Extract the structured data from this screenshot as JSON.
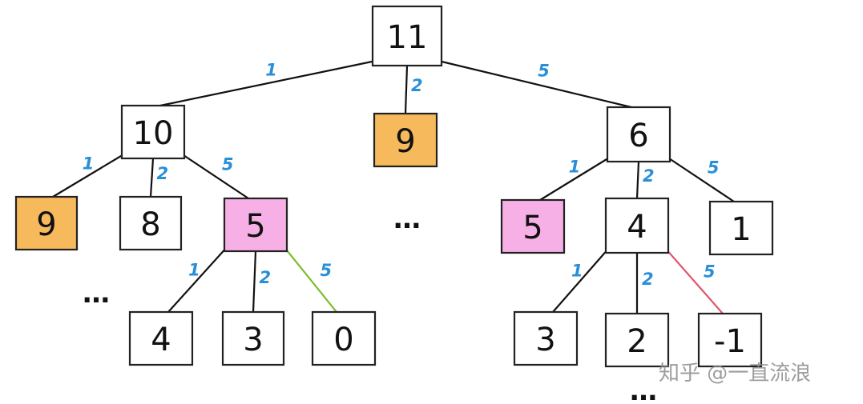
{
  "colors": {
    "edge_default": "#111111",
    "edge_green": "#7cbd2e",
    "edge_red": "#e0566d",
    "label": "#2a8fd6",
    "fill_white": "#ffffff",
    "fill_orange": "#f6b95b",
    "fill_pink": "#f7b0e6"
  },
  "nodes": [
    {
      "id": "n11",
      "label": "11",
      "fill": "white"
    },
    {
      "id": "n10",
      "label": "10",
      "fill": "white"
    },
    {
      "id": "n9mid",
      "label": "9",
      "fill": "orange"
    },
    {
      "id": "n6",
      "label": "6",
      "fill": "white"
    },
    {
      "id": "n9left",
      "label": "9",
      "fill": "orange"
    },
    {
      "id": "n8",
      "label": "8",
      "fill": "white"
    },
    {
      "id": "n5a",
      "label": "5",
      "fill": "pink"
    },
    {
      "id": "n5b",
      "label": "5",
      "fill": "pink"
    },
    {
      "id": "n4b",
      "label": "4",
      "fill": "white"
    },
    {
      "id": "n1",
      "label": "1",
      "fill": "white"
    },
    {
      "id": "n4a",
      "label": "4",
      "fill": "white"
    },
    {
      "id": "n3a",
      "label": "3",
      "fill": "white"
    },
    {
      "id": "n0",
      "label": "0",
      "fill": "white"
    },
    {
      "id": "n3b",
      "label": "3",
      "fill": "white"
    },
    {
      "id": "n2",
      "label": "2",
      "fill": "white"
    },
    {
      "id": "nm1",
      "label": "-1",
      "fill": "white"
    }
  ],
  "edges": [
    {
      "from": "n11",
      "to": "n10",
      "label": "1",
      "color": "default"
    },
    {
      "from": "n11",
      "to": "n9mid",
      "label": "2",
      "color": "default"
    },
    {
      "from": "n11",
      "to": "n6",
      "label": "5",
      "color": "default"
    },
    {
      "from": "n10",
      "to": "n9left",
      "label": "1",
      "color": "default"
    },
    {
      "from": "n10",
      "to": "n8",
      "label": "2",
      "color": "default"
    },
    {
      "from": "n10",
      "to": "n5a",
      "label": "5",
      "color": "default"
    },
    {
      "from": "n6",
      "to": "n5b",
      "label": "1",
      "color": "default"
    },
    {
      "from": "n6",
      "to": "n4b",
      "label": "2",
      "color": "default"
    },
    {
      "from": "n6",
      "to": "n1",
      "label": "5",
      "color": "default"
    },
    {
      "from": "n5a",
      "to": "n4a",
      "label": "1",
      "color": "default"
    },
    {
      "from": "n5a",
      "to": "n3a",
      "label": "2",
      "color": "default"
    },
    {
      "from": "n5a",
      "to": "n0",
      "label": "5",
      "color": "green"
    },
    {
      "from": "n4b",
      "to": "n3b",
      "label": "1",
      "color": "default"
    },
    {
      "from": "n4b",
      "to": "n2",
      "label": "2",
      "color": "default"
    },
    {
      "from": "n4b",
      "to": "nm1",
      "label": "5",
      "color": "red"
    }
  ],
  "ellipses": [
    "…",
    "…",
    "…"
  ],
  "watermark": "知乎 @一直流浪"
}
